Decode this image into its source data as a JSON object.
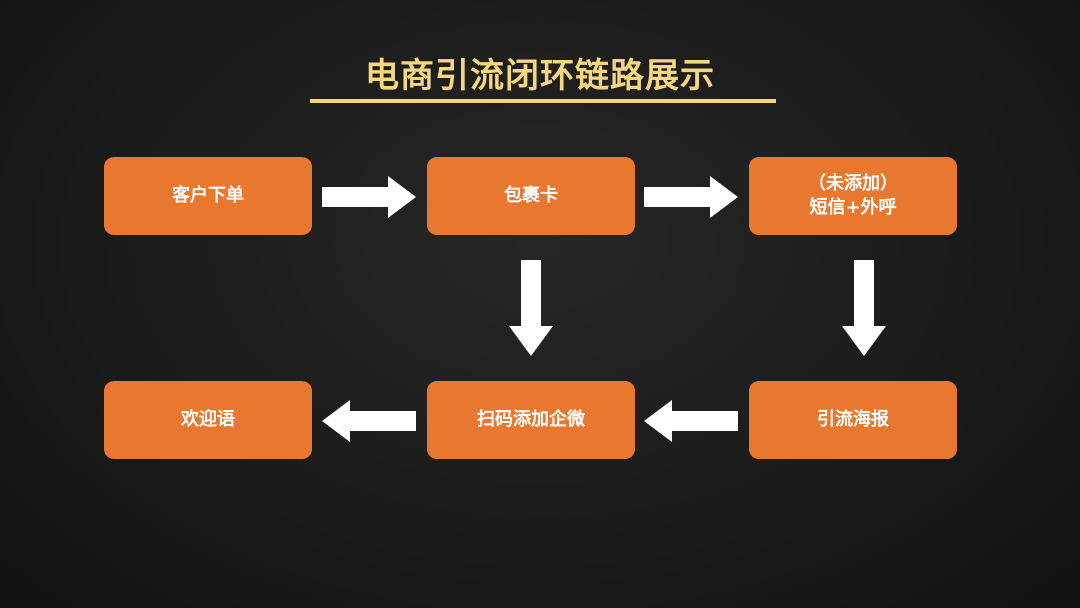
{
  "title": "电商引流闭环链路展示",
  "colors": {
    "box": "#E8782F",
    "title": "#F6D67E",
    "arrow": "#FFFFFF"
  },
  "nodes": {
    "order": "客户下单",
    "package_card": "包裹卡",
    "sms_call": "（未添加）\n短信+外呼",
    "poster": "引流海报",
    "scan_add": "扫码添加企微",
    "welcome": "欢迎语"
  }
}
